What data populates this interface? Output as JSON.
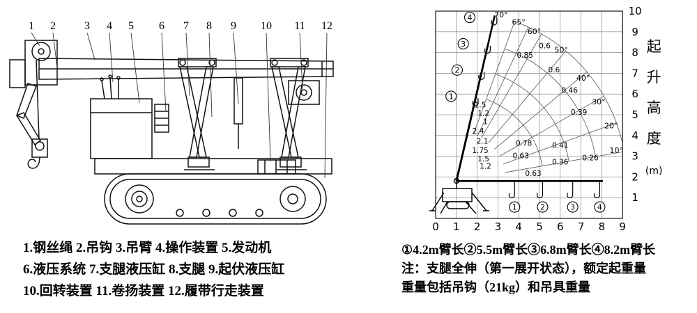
{
  "page": {
    "background": "#ffffff",
    "ink": "#000000"
  },
  "left_panel": {
    "part_numbers": [
      "1",
      "2",
      "3",
      "4",
      "5",
      "6",
      "7",
      "8",
      "9",
      "10",
      "11",
      "12"
    ],
    "legend_lines": [
      "1.钢丝绳 2.吊钩 3.吊臂 4.操作装置 5.发动机",
      "6.液压系统 7.支腿液压缸 8.支腿 9.起伏液压缸",
      "10.回转装置 11.卷扬装置 12.履带行走装置"
    ]
  },
  "right_panel": {
    "boom_length_caption": "①4.2m臂长②5.5m臂长③6.8m臂长④8.2m臂长",
    "note_lines": [
      "注：支腿全伸（第一展开状态），额定起重量",
      "重量包括吊钩（21kg）和吊具重量"
    ]
  },
  "chart_data": {
    "type": "line",
    "title": "",
    "xlabel": "",
    "ylabel": "起升高度(m)",
    "y_axis_title": "起升高度",
    "y_axis_unit": "(m)",
    "xlim": [
      0,
      9
    ],
    "ylim": [
      0,
      10
    ],
    "grid": true,
    "x_ticks": [
      "0",
      "1",
      "2",
      "3",
      "4",
      "5",
      "6",
      "7",
      "8",
      "9"
    ],
    "y_ticks": [
      "1",
      "2",
      "3",
      "4",
      "5",
      "6",
      "7",
      "8",
      "9",
      "10"
    ],
    "boom_marks": [
      {
        "id": "1",
        "length_m": 4.2
      },
      {
        "id": "2",
        "length_m": 5.5
      },
      {
        "id": "3",
        "length_m": 6.8
      },
      {
        "id": "4",
        "length_m": 8.2
      }
    ],
    "boom_angles_deg": [
      10,
      20,
      30,
      40,
      50,
      60,
      65,
      70
    ],
    "angle_labels": [
      {
        "label": "70°",
        "x": 3.15,
        "y": 9.7
      },
      {
        "label": "65°",
        "x": 4.0,
        "y": 9.35
      },
      {
        "label": "60°",
        "x": 4.75,
        "y": 8.9
      },
      {
        "label": "50°",
        "x": 6.05,
        "y": 8.0
      },
      {
        "label": "40°",
        "x": 7.1,
        "y": 6.65
      },
      {
        "label": "30°",
        "x": 7.85,
        "y": 5.5
      },
      {
        "label": "20°",
        "x": 8.45,
        "y": 4.35
      },
      {
        "label": "10°",
        "x": 8.7,
        "y": 3.15
      }
    ],
    "rated_loads_t": [
      {
        "value": "0.85",
        "x": 4.3,
        "y": 7.75
      },
      {
        "value": "0.6",
        "x": 5.25,
        "y": 8.2
      },
      {
        "value": "0.6",
        "x": 5.7,
        "y": 7.05
      },
      {
        "value": "0.46",
        "x": 6.45,
        "y": 6.05
      },
      {
        "value": "0.39",
        "x": 6.9,
        "y": 5.0
      },
      {
        "value": "1.5",
        "x": 2.15,
        "y": 5.35
      },
      {
        "value": "1.2",
        "x": 2.3,
        "y": 4.95
      },
      {
        "value": "1",
        "x": 2.4,
        "y": 4.55
      },
      {
        "value": "2.4",
        "x": 2.05,
        "y": 4.1
      },
      {
        "value": "2.1",
        "x": 2.25,
        "y": 3.6
      },
      {
        "value": "1.75",
        "x": 2.15,
        "y": 3.15
      },
      {
        "value": "1.5",
        "x": 2.3,
        "y": 2.75
      },
      {
        "value": "1.2",
        "x": 2.4,
        "y": 2.4
      },
      {
        "value": "0.78",
        "x": 4.25,
        "y": 3.5
      },
      {
        "value": "0.63",
        "x": 4.1,
        "y": 2.9
      },
      {
        "value": "0.41",
        "x": 6.0,
        "y": 3.4
      },
      {
        "value": "0.36",
        "x": 6.0,
        "y": 2.6
      },
      {
        "value": "0.26",
        "x": 7.45,
        "y": 2.8
      },
      {
        "value": "0.63",
        "x": 4.7,
        "y": 2.05
      }
    ],
    "bottom_hook_marks": [
      {
        "id": "1",
        "x": 3.8
      },
      {
        "id": "2",
        "x": 5.15
      },
      {
        "id": "3",
        "x": 6.6
      },
      {
        "id": "4",
        "x": 7.9
      }
    ]
  }
}
